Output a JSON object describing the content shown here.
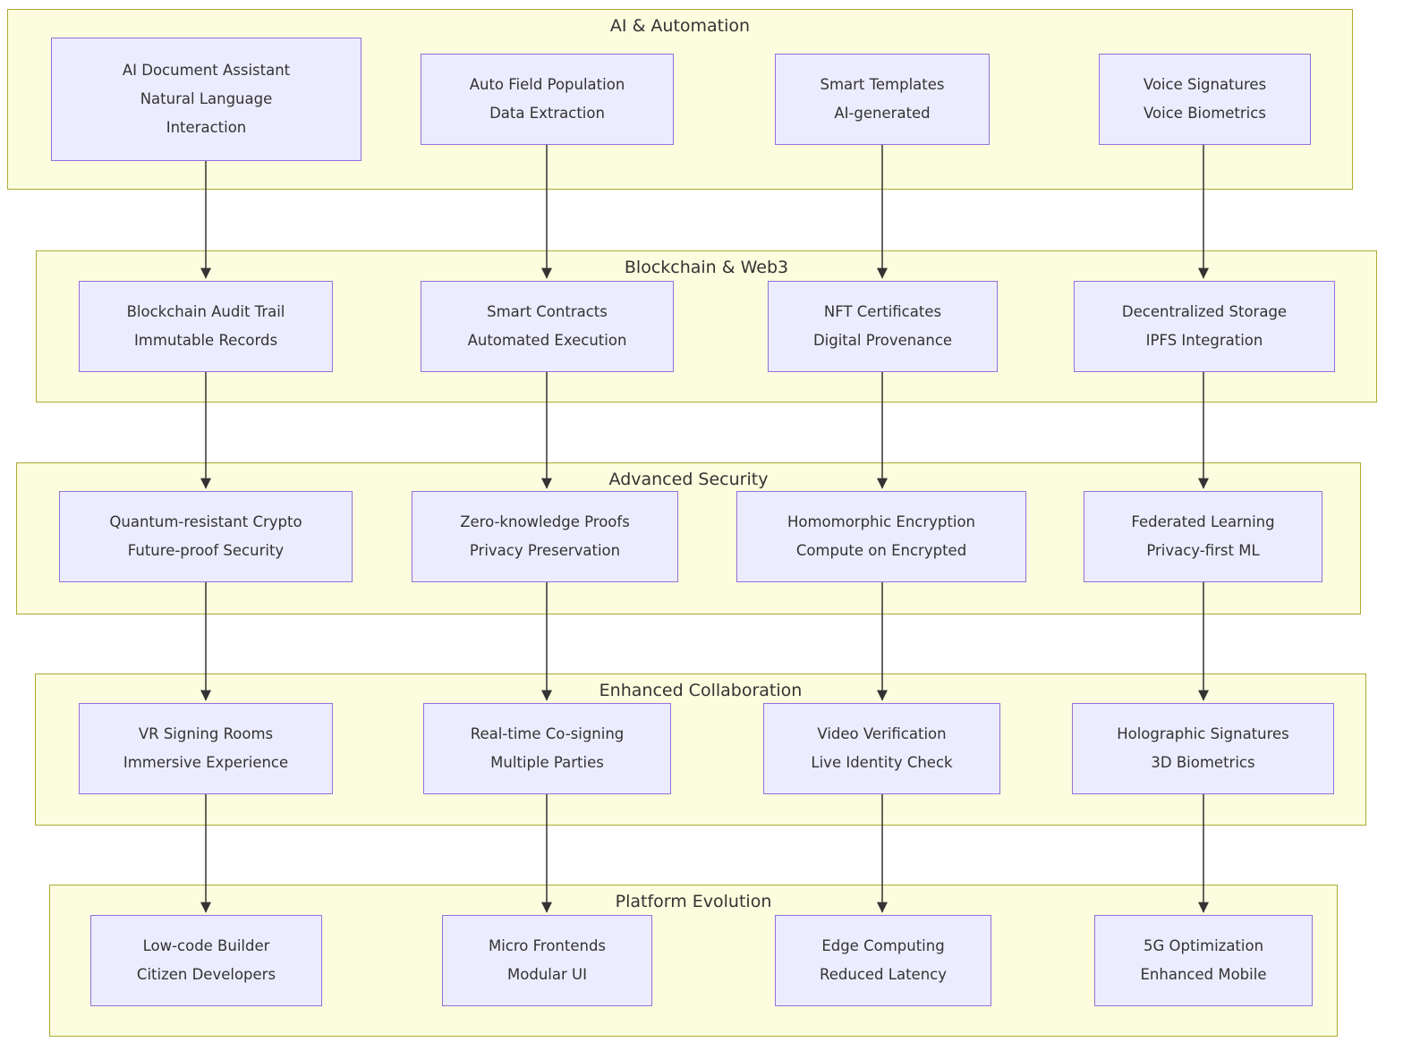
{
  "diagram_type": "flowchart",
  "colors": {
    "band_fill": "#fcfcde",
    "band_border": "#abab34",
    "node_fill": "#ececff",
    "node_border": "#9370db",
    "arrow": "#333333",
    "text": "#333333"
  },
  "bands": [
    {
      "title": "AI & Automation",
      "nodes": [
        {
          "lines": [
            "AI Document Assistant",
            "Natural Language",
            "Interaction"
          ]
        },
        {
          "lines": [
            "Auto Field Population",
            "Data Extraction"
          ]
        },
        {
          "lines": [
            "Smart Templates",
            "AI-generated"
          ]
        },
        {
          "lines": [
            "Voice Signatures",
            "Voice Biometrics"
          ]
        }
      ]
    },
    {
      "title": "Blockchain & Web3",
      "nodes": [
        {
          "lines": [
            "Blockchain Audit Trail",
            "Immutable Records"
          ]
        },
        {
          "lines": [
            "Smart Contracts",
            "Automated Execution"
          ]
        },
        {
          "lines": [
            "NFT Certificates",
            "Digital Provenance"
          ]
        },
        {
          "lines": [
            "Decentralized Storage",
            "IPFS Integration"
          ]
        }
      ]
    },
    {
      "title": "Advanced Security",
      "nodes": [
        {
          "lines": [
            "Quantum-resistant Crypto",
            "Future-proof Security"
          ]
        },
        {
          "lines": [
            "Zero-knowledge Proofs",
            "Privacy Preservation"
          ]
        },
        {
          "lines": [
            "Homomorphic Encryption",
            "Compute on Encrypted"
          ]
        },
        {
          "lines": [
            "Federated Learning",
            "Privacy-first ML"
          ]
        }
      ]
    },
    {
      "title": "Enhanced Collaboration",
      "nodes": [
        {
          "lines": [
            "VR Signing Rooms",
            "Immersive Experience"
          ]
        },
        {
          "lines": [
            "Real-time Co-signing",
            "Multiple Parties"
          ]
        },
        {
          "lines": [
            "Video Verification",
            "Live Identity Check"
          ]
        },
        {
          "lines": [
            "Holographic Signatures",
            "3D Biometrics"
          ]
        }
      ]
    },
    {
      "title": "Platform Evolution",
      "nodes": [
        {
          "lines": [
            "Low-code Builder",
            "Citizen Developers"
          ]
        },
        {
          "lines": [
            "Micro Frontends",
            "Modular UI"
          ]
        },
        {
          "lines": [
            "Edge Computing",
            "Reduced Latency"
          ]
        },
        {
          "lines": [
            "5G Optimization",
            "Enhanced Mobile"
          ]
        }
      ]
    }
  ],
  "edges": [
    {
      "from": "AI Document Assistant",
      "to": "Blockchain Audit Trail"
    },
    {
      "from": "Auto Field Population",
      "to": "Smart Contracts"
    },
    {
      "from": "Smart Templates",
      "to": "NFT Certificates"
    },
    {
      "from": "Voice Signatures",
      "to": "Decentralized Storage"
    },
    {
      "from": "Blockchain Audit Trail",
      "to": "Quantum-resistant Crypto"
    },
    {
      "from": "Smart Contracts",
      "to": "Zero-knowledge Proofs"
    },
    {
      "from": "NFT Certificates",
      "to": "Homomorphic Encryption"
    },
    {
      "from": "Decentralized Storage",
      "to": "Federated Learning"
    },
    {
      "from": "Quantum-resistant Crypto",
      "to": "VR Signing Rooms"
    },
    {
      "from": "Zero-knowledge Proofs",
      "to": "Real-time Co-signing"
    },
    {
      "from": "Homomorphic Encryption",
      "to": "Video Verification"
    },
    {
      "from": "Federated Learning",
      "to": "Holographic Signatures"
    },
    {
      "from": "VR Signing Rooms",
      "to": "Low-code Builder"
    },
    {
      "from": "Real-time Co-signing",
      "to": "Micro Frontends"
    },
    {
      "from": "Video Verification",
      "to": "Edge Computing"
    },
    {
      "from": "Holographic Signatures",
      "to": "5G Optimization"
    }
  ]
}
